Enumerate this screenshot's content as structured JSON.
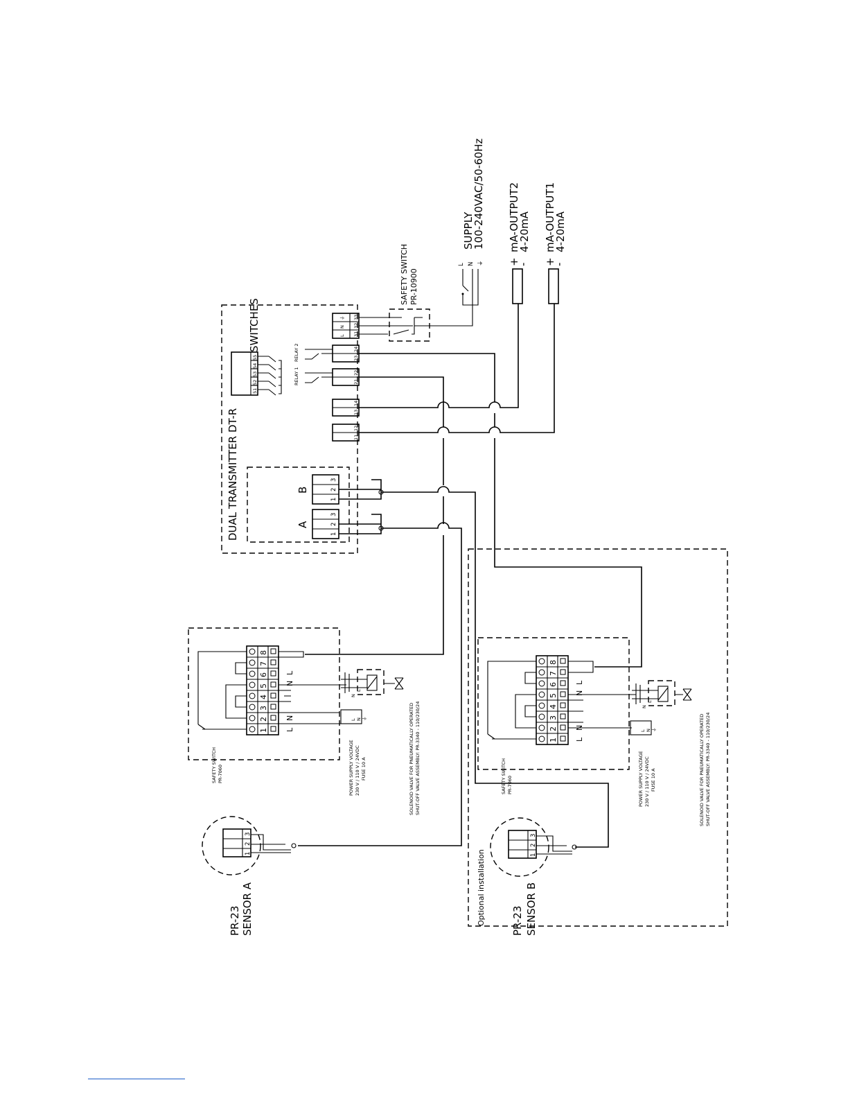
{
  "diagram": {
    "dual_transmitter_label": "DUAL  TRANSMITTER  DT-R",
    "switches_label": "SWITCHES",
    "switch_terminals": [
      "51",
      "52",
      "53",
      "54",
      "55"
    ],
    "relay1_label": "RELAY 1",
    "relay2_label": "RELAY 2",
    "channel_a_label": "A",
    "channel_b_label": "B",
    "sensor_terminals": [
      "1",
      "2",
      "3"
    ],
    "output_terminals": {
      "t11": "11",
      "t12": "12",
      "t13": "13",
      "t14": "14",
      "t21": "21",
      "t22": "22",
      "t23": "23",
      "t24": "24",
      "t31": "31",
      "t32": "32",
      "t33": "33"
    },
    "supply_terminal_letters": [
      "L",
      "N",
      "⏚"
    ],
    "safety_switch_label": "SAFETY  SWITCH",
    "safety_switch_part": "PR-10900",
    "supply_label": "SUPPLY",
    "supply_spec": "100-240VAC/50-60Hz",
    "supply_letters": [
      "L",
      "N",
      "⏚"
    ],
    "output2_label": "mA-OUTPUT2",
    "output2_range": "4-20mA",
    "output1_label": "mA-OUTPUT1",
    "output1_range": "4-20mA",
    "plus_sign": "+",
    "minus_sign": "-",
    "terminal_numbers": [
      "1",
      "2",
      "3",
      "4",
      "5",
      "6",
      "7",
      "8"
    ],
    "terminal_L": "L",
    "terminal_N": "N",
    "safety_switch_small_label": "SAFETY SWITCH",
    "safety_switch_small_part": "PR-7060",
    "power_supply_voltage": "POWER SUPPLY VOLTAGE",
    "power_supply_spec": "230 V / 110 V / 24VDC",
    "fuse_spec": "FUSE 10 A",
    "solenoid_line1": "SOLENOID VALVE FOR PNEUMATICALLY OPERATED",
    "solenoid_line2": "SHUT-OFF VALVE ASSEMBLY:  PR-3340 - 110/230/24",
    "pr23_label": "PR-23",
    "sensor_a_label": "SENSOR  A",
    "sensor_b_label": "SENSOR  B",
    "optional_label": "Optional  installation"
  }
}
